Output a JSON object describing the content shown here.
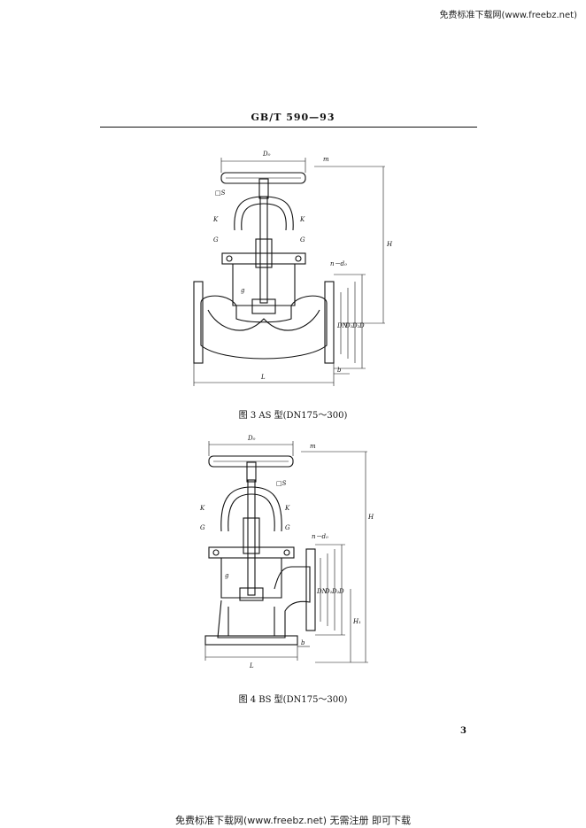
{
  "watermark_top": "免费标准下载网(www.freebz.net)",
  "header": {
    "standard": "GB/T  590—93"
  },
  "figure3": {
    "caption": "图 3   AS 型(DN175～300)",
    "labels": {
      "Do": "D₀",
      "m": "m",
      "S": "□S",
      "K": "K",
      "G": "G",
      "g": "g",
      "H": "H",
      "nd": "n－d₀",
      "DN": "DN",
      "D1": "D₁",
      "D2": "D₂",
      "D": "D",
      "b": "b",
      "L": "L"
    }
  },
  "figure4": {
    "caption": "图 4   BS 型(DN175～300)",
    "labels": {
      "Do": "D₀",
      "m": "m",
      "S": "□S",
      "K": "K",
      "G": "G",
      "g": "g",
      "H": "H",
      "H1": "H₁",
      "nd": "n－d₀",
      "DN": "DN",
      "D1": "D₁",
      "D2": "D₂",
      "D": "D",
      "b": "b",
      "L": "L"
    }
  },
  "page_number": "3",
  "watermark_bottom": "免费标准下载网(www.freebz.net) 无需注册 即可下载"
}
